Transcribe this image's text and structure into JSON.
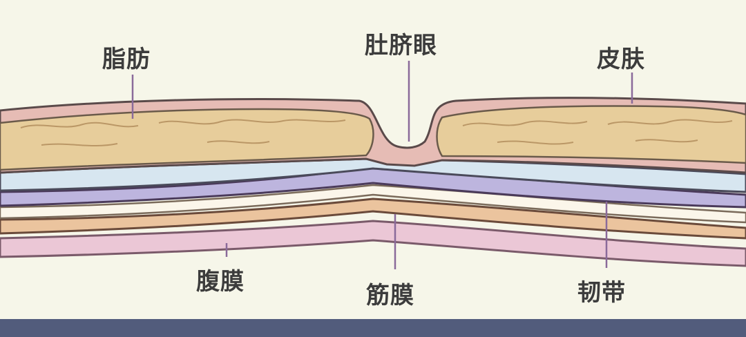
{
  "labels": {
    "fat": "脂肪",
    "navel": "肚脐眼",
    "skin": "皮肤",
    "peritoneum": "腹膜",
    "fascia": "筋膜",
    "ligament": "韧带"
  },
  "colors": {
    "background": "#f6f6e9",
    "skin": "#e6bcb5",
    "fat": "#e7cd9b",
    "fascia_blue": "#d7e6f0",
    "muscle_purple": "#bdb5de",
    "peach": "#ebc49e",
    "peritoneum_pink": "#ebc7d6",
    "leader_line": "#8a6a9a",
    "footer": "#525c7c"
  }
}
